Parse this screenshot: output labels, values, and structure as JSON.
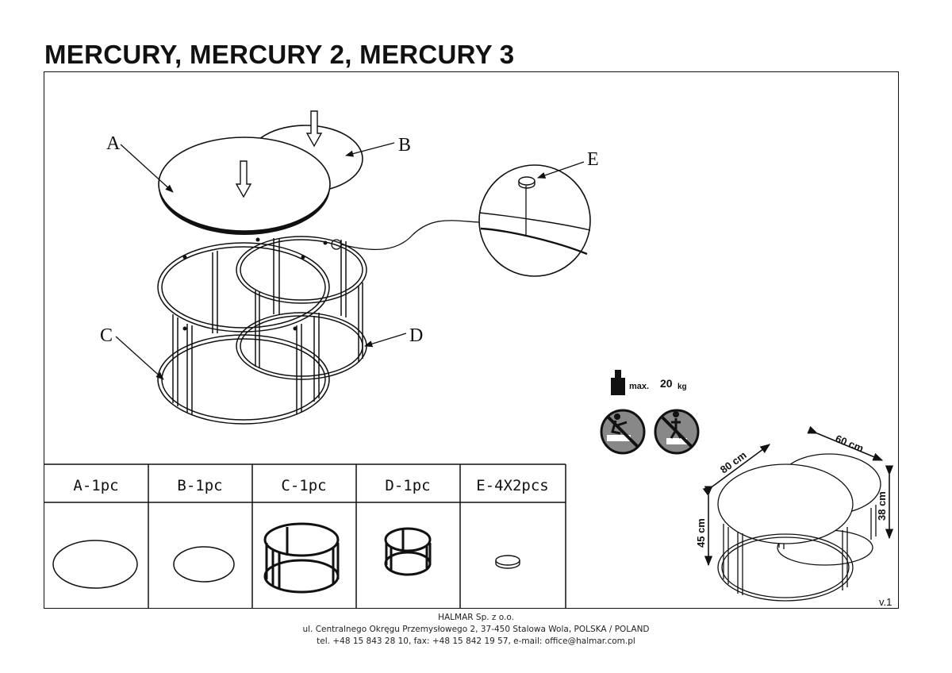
{
  "title": "MERCURY, MERCURY 2, MERCURY 3",
  "labels": {
    "a": "A",
    "b": "B",
    "c": "C",
    "d": "D",
    "e": "E"
  },
  "parts_table": {
    "headers": [
      "A-1pc",
      "B-1pc",
      "C-1pc",
      "D-1pc",
      "E-4X2pcs"
    ]
  },
  "load": {
    "max_label": "max.",
    "value": "20",
    "unit": "kg"
  },
  "dimensions": {
    "top_large": "80 cm",
    "top_small": "60 cm",
    "height_large": "45 cm",
    "height_small": "38 cm"
  },
  "version": "v.1",
  "footer": {
    "company": "HALMAR Sp. z o.o.",
    "address": "ul. Centralnego Okręgu Przemysłowego 2, 37-450 Stalowa Wola, POLSKA / POLAND",
    "contact": "tel. +48 15 843 28 10, fax: +48 15 842 19 57, e-mail: office@halmar.com.pl"
  },
  "icons": [
    "weight-icon",
    "no-climbing-icon",
    "no-standing-icon"
  ]
}
